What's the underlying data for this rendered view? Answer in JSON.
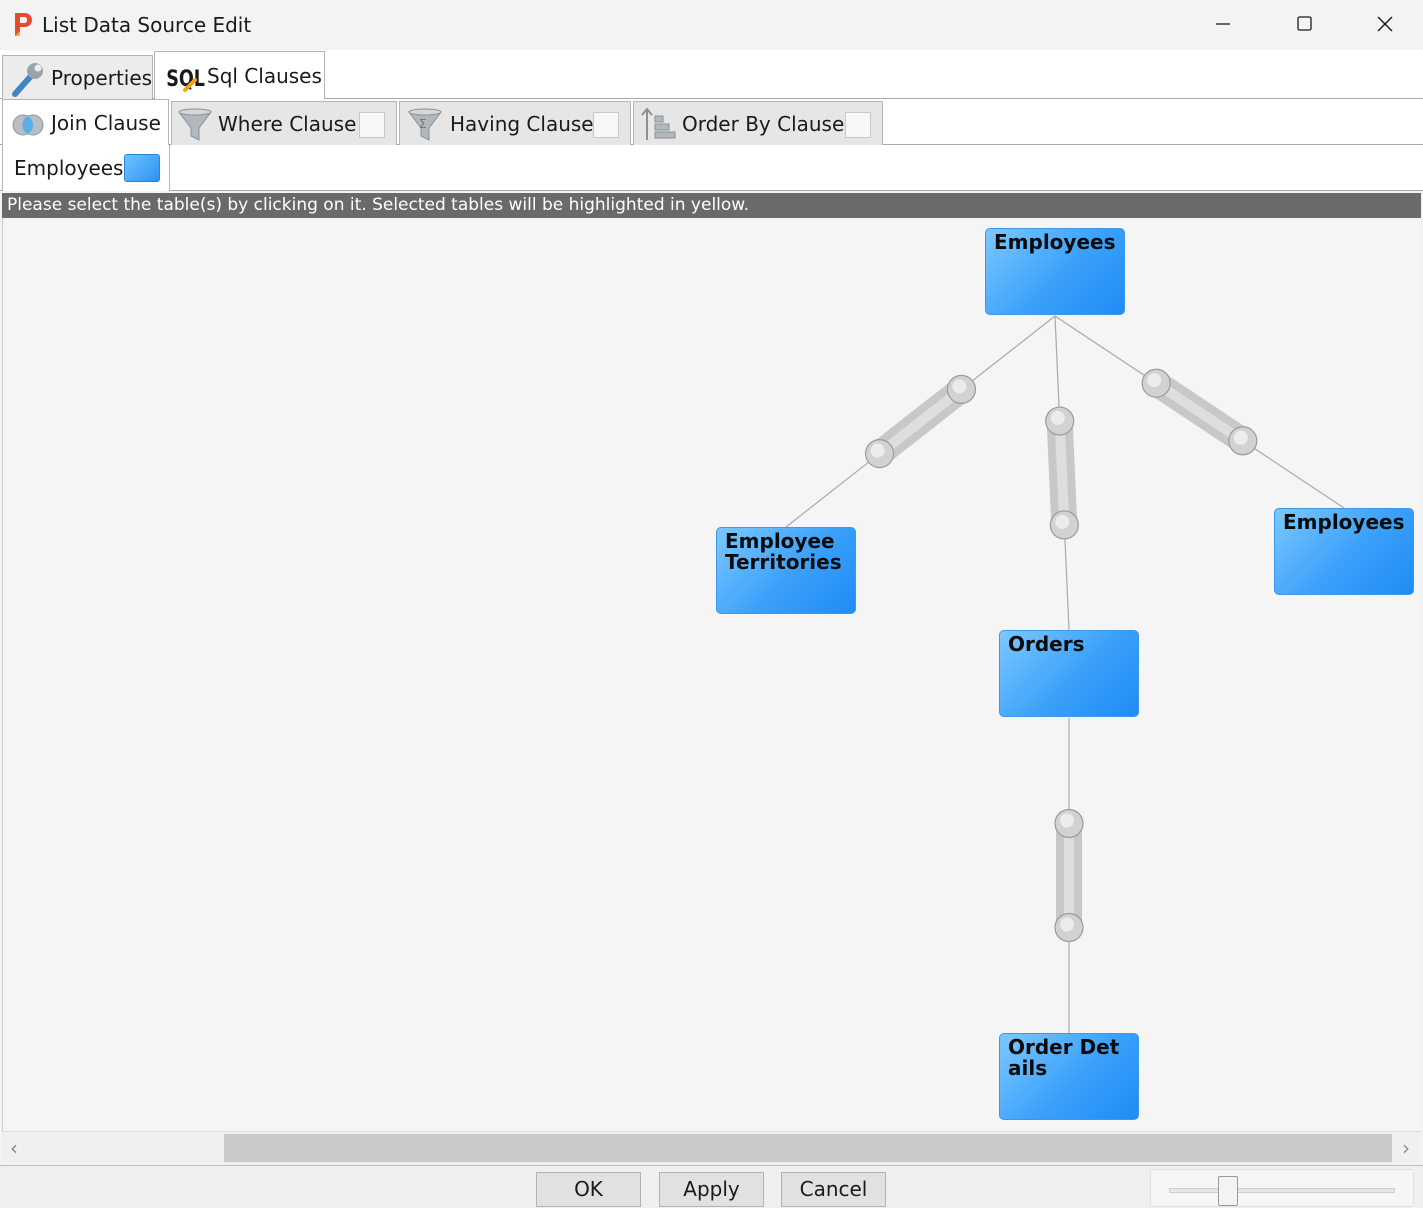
{
  "window": {
    "title": "List Data Source Edit",
    "icons": {
      "app": "p-logo-icon",
      "minimize": "minimize-icon",
      "maximize": "maximize-icon",
      "close": "close-icon"
    }
  },
  "outer_tabs": [
    {
      "label": "Properties",
      "icon": "wrench-icon",
      "selected": false
    },
    {
      "label": "Sql Clauses",
      "icon": "sql-icon",
      "selected": true
    }
  ],
  "inner_tabs": [
    {
      "label": "Join Clause",
      "icon": "venn-join-icon",
      "selected": true
    },
    {
      "label": "Where Clause",
      "icon": "funnel-icon",
      "checked": false
    },
    {
      "label": "Having Clause",
      "icon": "funnel-sigma-icon",
      "checked": false
    },
    {
      "label": "Order By Clause",
      "icon": "sort-bars-icon",
      "checked": false
    }
  ],
  "table_tab": {
    "label": "Employees",
    "color": "#3aa0fa"
  },
  "info_text": "Please select the table(s) by clicking on it. Selected tables will be highlighted in yellow.",
  "diagram": {
    "tables": [
      {
        "id": "t_employees_root",
        "label": "Employees"
      },
      {
        "id": "t_employee_territories",
        "label": "EmployeeTerritories"
      },
      {
        "id": "t_orders",
        "label": "Orders"
      },
      {
        "id": "t_employees_self",
        "label": "Employees"
      },
      {
        "id": "t_order_details",
        "label": "Order Details"
      }
    ],
    "joins": [
      {
        "from": "t_employees_root",
        "to": "t_employee_territories"
      },
      {
        "from": "t_employees_root",
        "to": "t_orders"
      },
      {
        "from": "t_employees_root",
        "to": "t_employees_self"
      },
      {
        "from": "t_orders",
        "to": "t_order_details"
      }
    ],
    "table_color": "#3aa0fa",
    "link_color": "#c8c8c8"
  },
  "buttons": {
    "ok": "OK",
    "apply": "Apply",
    "cancel": "Cancel"
  },
  "scroll_icons": {
    "left": "chevron-left-icon",
    "right": "chevron-right-icon"
  }
}
